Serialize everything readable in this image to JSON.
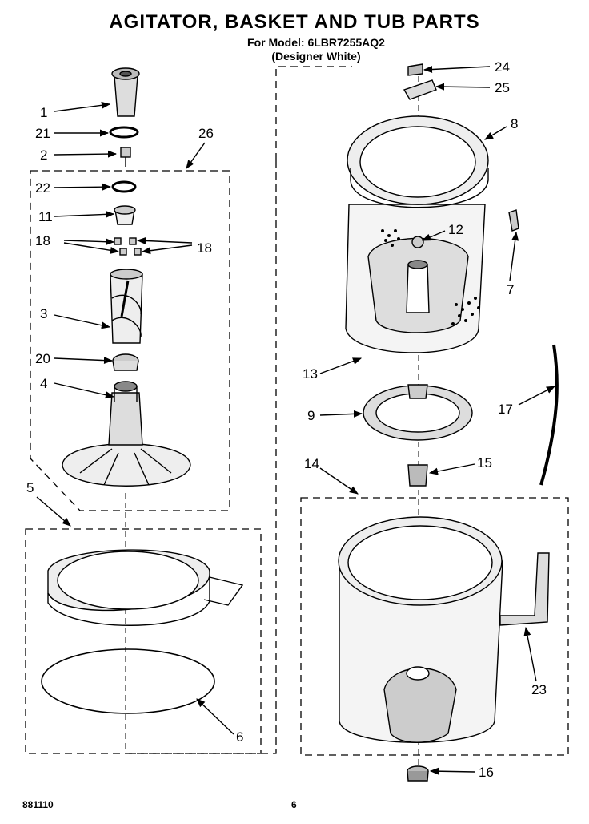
{
  "header": {
    "title": "AGITATOR, BASKET AND TUB PARTS",
    "model_line": "For Model: 6LBR7255AQ2",
    "finish_line": "(Designer White)"
  },
  "callouts": [
    "1",
    "21",
    "2",
    "26",
    "22",
    "11",
    "18",
    "18",
    "3",
    "20",
    "4",
    "5",
    "6",
    "24",
    "25",
    "8",
    "12",
    "7",
    "13",
    "9",
    "17",
    "14",
    "15",
    "23",
    "16"
  ],
  "footer": {
    "code": "881110",
    "page": "6"
  }
}
